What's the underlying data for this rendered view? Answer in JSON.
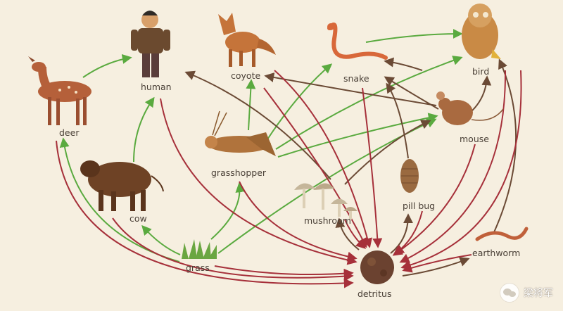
{
  "nodes": {
    "deer": "deer",
    "human": "human",
    "coyote": "coyote",
    "snake": "snake",
    "bird": "bird",
    "mouse": "mouse",
    "grasshopper": "grasshopper",
    "cow": "cow",
    "grass": "grass",
    "mushroom": "mushroom",
    "pill_bug": "pill bug",
    "earthworm": "earthworm",
    "detritus": "detritus"
  },
  "colors": {
    "background": "#f6efe0",
    "energy_arrow": "#5aaa3f",
    "predation_arrow": "#6b4a35",
    "decay_arrow": "#a6303a",
    "label_text": "#4a4037"
  },
  "watermark": "梁将军"
}
